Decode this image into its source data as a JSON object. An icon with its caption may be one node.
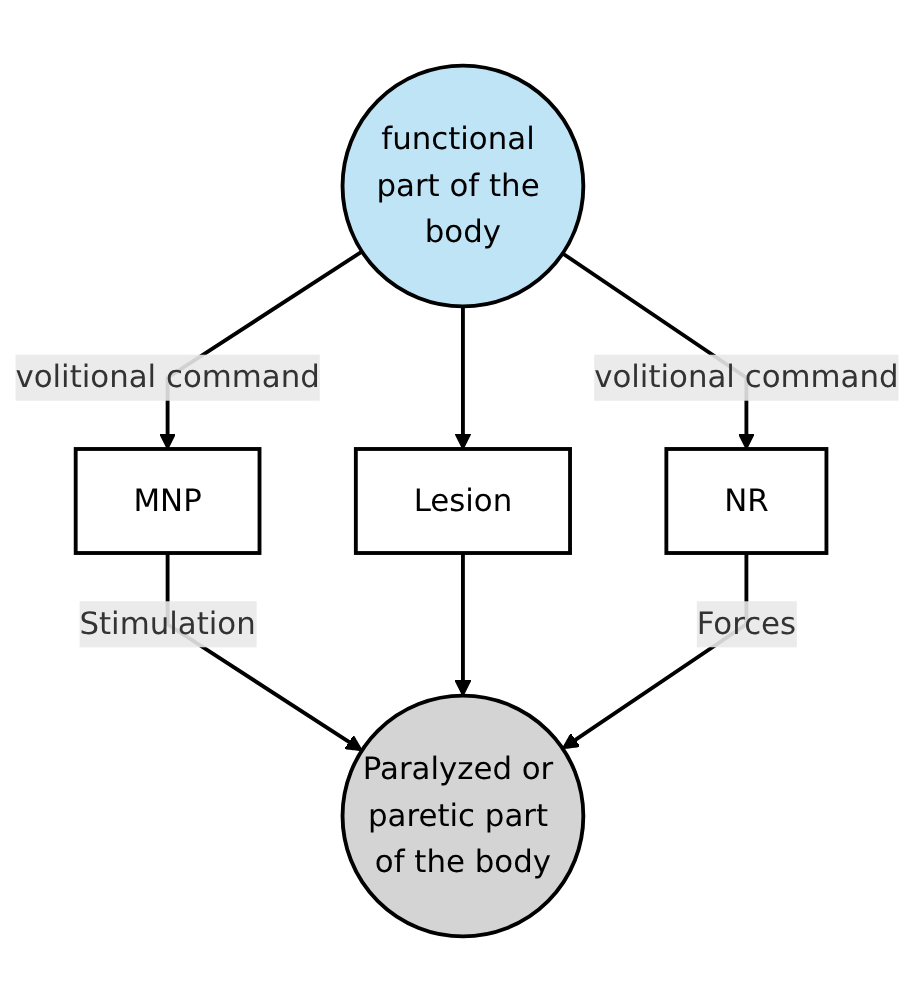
{
  "diagram": {
    "nodes": [
      {
        "text": [
          "functional part of the body"
        ]
      },
      {
        "text": [
          "MNP"
        ]
      },
      {
        "text": [
          "Lesion"
        ]
      },
      {
        "text": [
          "NR"
        ]
      },
      {
        "text": [
          "Paralyzed or paretic part of the body"
        ]
      }
    ],
    "edges": [
      {
        "from": 0,
        "to": 1,
        "arrow": "to",
        "label": "volitional command"
      },
      {
        "from": 0,
        "to": 2,
        "arrow": "to"
      },
      {
        "from": 0,
        "to": 3,
        "arrow": "to",
        "label": "volitional command"
      },
      {
        "from": 1,
        "to": 4,
        "arrow": "to",
        "label": "Stimulation"
      },
      {
        "from": 2,
        "to": 4,
        "arrow": "to"
      },
      {
        "from": 3,
        "to": 4,
        "arrow": "to",
        "label": "Forces"
      }
    ]
  }
}
